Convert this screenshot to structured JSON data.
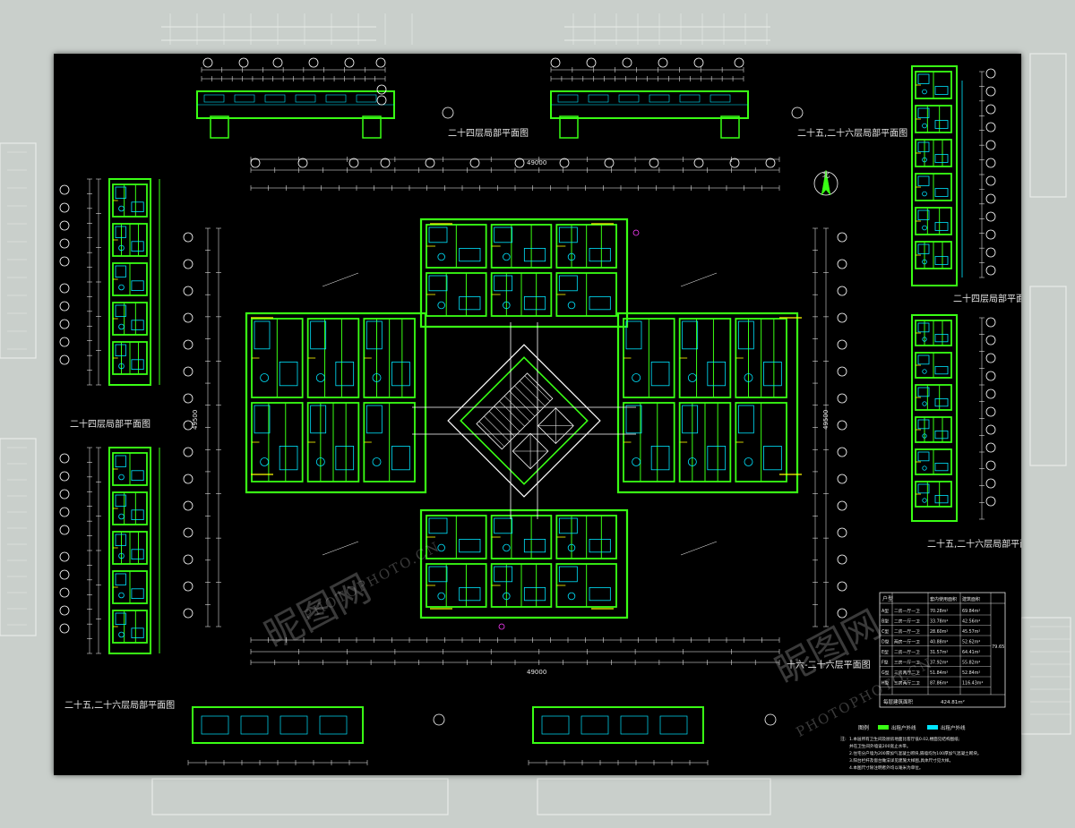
{
  "titles": {
    "top_left": "二十四层局部平面图",
    "top_right": "二十五,二十六层局部平面图",
    "left_upper": "二十四层局部平面图",
    "left_lower": "二十五,二十六层局部平面图",
    "right_upper": "二十四层局部平面图",
    "right_lower": "二十五,二十六层局部平面图",
    "main": "十六-二十六层平面图",
    "north": "北"
  },
  "dimensions": {
    "top_total": "49000",
    "bottom_total": "49000",
    "left_total": "49500",
    "right_total": "49500"
  },
  "area_table": {
    "headers": [
      "户型",
      "套内使用面积",
      "建筑面积"
    ],
    "rows": [
      [
        "A型",
        "二房一厅一卫",
        "70.28m²",
        "69.84m²"
      ],
      [
        "B型",
        "二房一厅一卫",
        "33.78m²",
        "42.56m²"
      ],
      [
        "C型",
        "二房一厅一卫",
        "28.60m²",
        "45.57m²"
      ],
      [
        "D型",
        "两房一厅一卫",
        "40.88m²",
        "52.62m²"
      ],
      [
        "E型",
        "二房一厅一卫",
        "31.57m²",
        "64.41m²"
      ],
      [
        "F型",
        "三房一厅一卫",
        "37.92m²",
        "55.82m²"
      ],
      [
        "G型",
        "三房两厅二卫",
        "51.84m²",
        "52.84m²"
      ],
      [
        "H型",
        "三房两厅二卫",
        "87.86m²",
        "116.43m²"
      ]
    ],
    "side_value": "79.65",
    "total_label": "每层建筑面积",
    "total_value": "424.81m²"
  },
  "legend": {
    "label": "图例",
    "item1": "出租户外线",
    "item2": "出租户外线"
  },
  "notes": {
    "label": "注:",
    "line1": "1.本层所有卫生间及厨房地面比客厅低0.02,楼面见结构图纸;",
    "line2": "并在卫生间外墙设200宽止水带。",
    "line3": "2.住宅分户墙为200厚加气混凝土砌块,隔墙均为100厚加气混凝土砌块。",
    "line4": "3.阳台栏杆及窗台做法详见建施大样图,具体尺寸见大样。",
    "line5": "4.本图尺寸除注明者外均以毫米为单位。"
  },
  "watermark": {
    "brand": "昵图网",
    "sub": "PHOTOPHOTO.CN"
  },
  "colors": {
    "wall": "#39ff14",
    "furniture": "#00e5ff",
    "dim": "#ffffff",
    "accent": "#ffff00",
    "magenta": "#ff3cff"
  }
}
